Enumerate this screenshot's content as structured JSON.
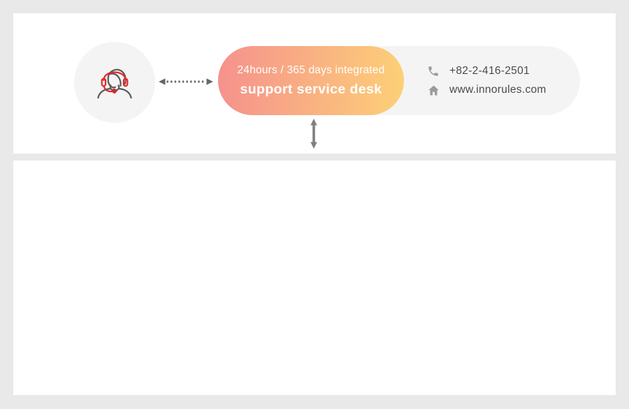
{
  "support_banner": {
    "tagline": "24hours / 365 days integrated",
    "title": "support service desk",
    "contact": {
      "phone": "+82-2-416-2501",
      "website": "www.innorules.com"
    }
  },
  "icons": {
    "agent": "support-agent-headset-icon",
    "phone": "phone-icon",
    "website": "home-icon",
    "left_connector": "horizontal-dotted-double-arrow-icon",
    "bottom_connector": "vertical-double-arrow-icon"
  },
  "colors": {
    "page_background": "#e9e9e9",
    "panel_background": "#ffffff",
    "pill_background": "#f4f4f4",
    "gradient_start": "#f5918d",
    "gradient_end": "#fdd077",
    "banner_text": "#ffffff",
    "contact_text": "#4a4a4c",
    "contact_icon_gray": "#9b9b9b",
    "headset_red": "#e52528",
    "figure_gray": "#595a5c",
    "dotted_arrow_gray": "#66676a",
    "solid_arrow_gray": "#7e7f81"
  }
}
